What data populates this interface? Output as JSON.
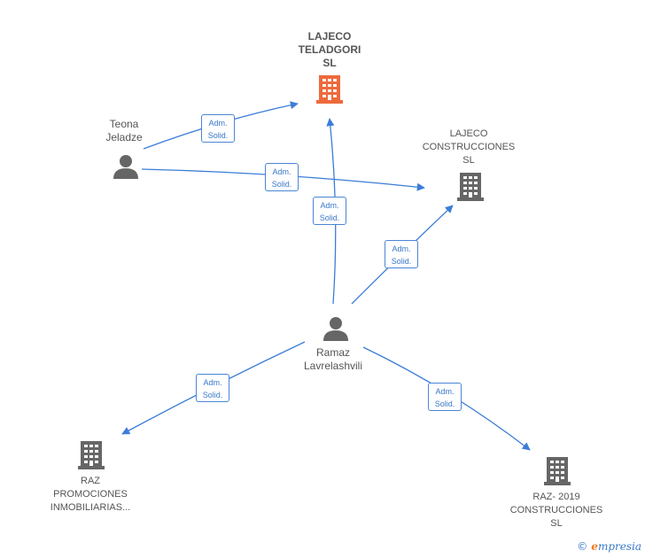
{
  "colors": {
    "edge": "#3b7dd8",
    "main_company": "#ee6a3c",
    "company": "#666666",
    "person": "#666666"
  },
  "nodes": {
    "lajeco_teladgori": {
      "label": "LAJECO\nTELADGORI\nSL",
      "icon": "building-icon"
    },
    "lajeco_construcciones": {
      "label": "LAJECO\nCONSTRUCCIONES\nSL",
      "icon": "building-icon"
    },
    "teona": {
      "label": "Teona\nJeladze",
      "icon": "person-icon"
    },
    "ramaz": {
      "label": "Ramaz\nLavrelashvili",
      "icon": "person-icon"
    },
    "raz_promociones": {
      "label": "RAZ\nPROMOCIONES\nINMOBILIARIAS...",
      "icon": "building-icon"
    },
    "raz_2019": {
      "label": "RAZ- 2019\nCONSTRUCCIONES\nSL",
      "icon": "building-icon"
    }
  },
  "edges": [
    {
      "from": "teona",
      "to": "lajeco_teladgori",
      "label": "Adm.\nSolid."
    },
    {
      "from": "teona",
      "to": "lajeco_construcciones",
      "label": "Adm.\nSolid."
    },
    {
      "from": "ramaz",
      "to": "lajeco_teladgori",
      "label": "Adm.\nSolid."
    },
    {
      "from": "ramaz",
      "to": "lajeco_construcciones",
      "label": "Adm.\nSolid."
    },
    {
      "from": "ramaz",
      "to": "raz_promociones",
      "label": "Adm.\nSolid."
    },
    {
      "from": "ramaz",
      "to": "raz_2019",
      "label": "Adm.\nSolid."
    }
  ],
  "brand": {
    "copyright": "©",
    "name_first": "e",
    "name_rest": "mpresia"
  }
}
